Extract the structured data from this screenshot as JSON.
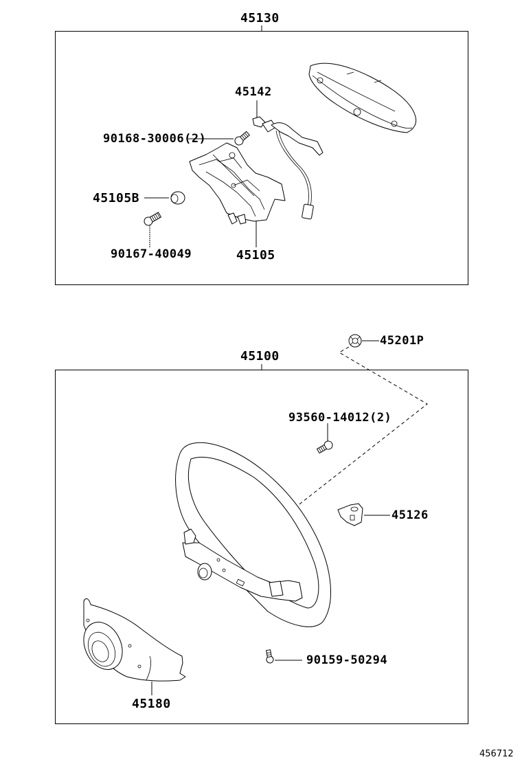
{
  "diagram": {
    "type": "exploded parts diagram",
    "subject": "steering wheel assembly",
    "reference_number": "456712",
    "groups": [
      {
        "assembly_number": "45130",
        "description": "steering pad assembly",
        "parts": [
          {
            "number": "45142",
            "description": "horn contact wire"
          },
          {
            "number": "90168-30006(2)",
            "description": "screw"
          },
          {
            "number": "45105B",
            "description": "bushing / cap"
          },
          {
            "number": "90167-40049",
            "description": "screw"
          },
          {
            "number": "45105",
            "description": "bracket"
          }
        ]
      },
      {
        "assembly_number": "45100",
        "description": "steering wheel assembly",
        "parts": [
          {
            "number": "45201P",
            "description": "nut"
          },
          {
            "number": "93560-14012(2)",
            "description": "screw"
          },
          {
            "number": "45126",
            "description": "clip"
          },
          {
            "number": "90159-50294",
            "description": "screw"
          },
          {
            "number": "45180",
            "description": "lower cover"
          }
        ]
      }
    ]
  },
  "labels": {
    "top_assembly": "45130",
    "p45142": "45142",
    "p90168": "90168-30006(2)",
    "p45105B": "45105B",
    "p90167": "90167-40049",
    "p45105": "45105",
    "bottom_assembly": "45100",
    "p45201P": "45201P",
    "p93560": "93560-14012(2)",
    "p45126": "45126",
    "p90159": "90159-50294",
    "p45180": "45180",
    "ref": "456712"
  }
}
